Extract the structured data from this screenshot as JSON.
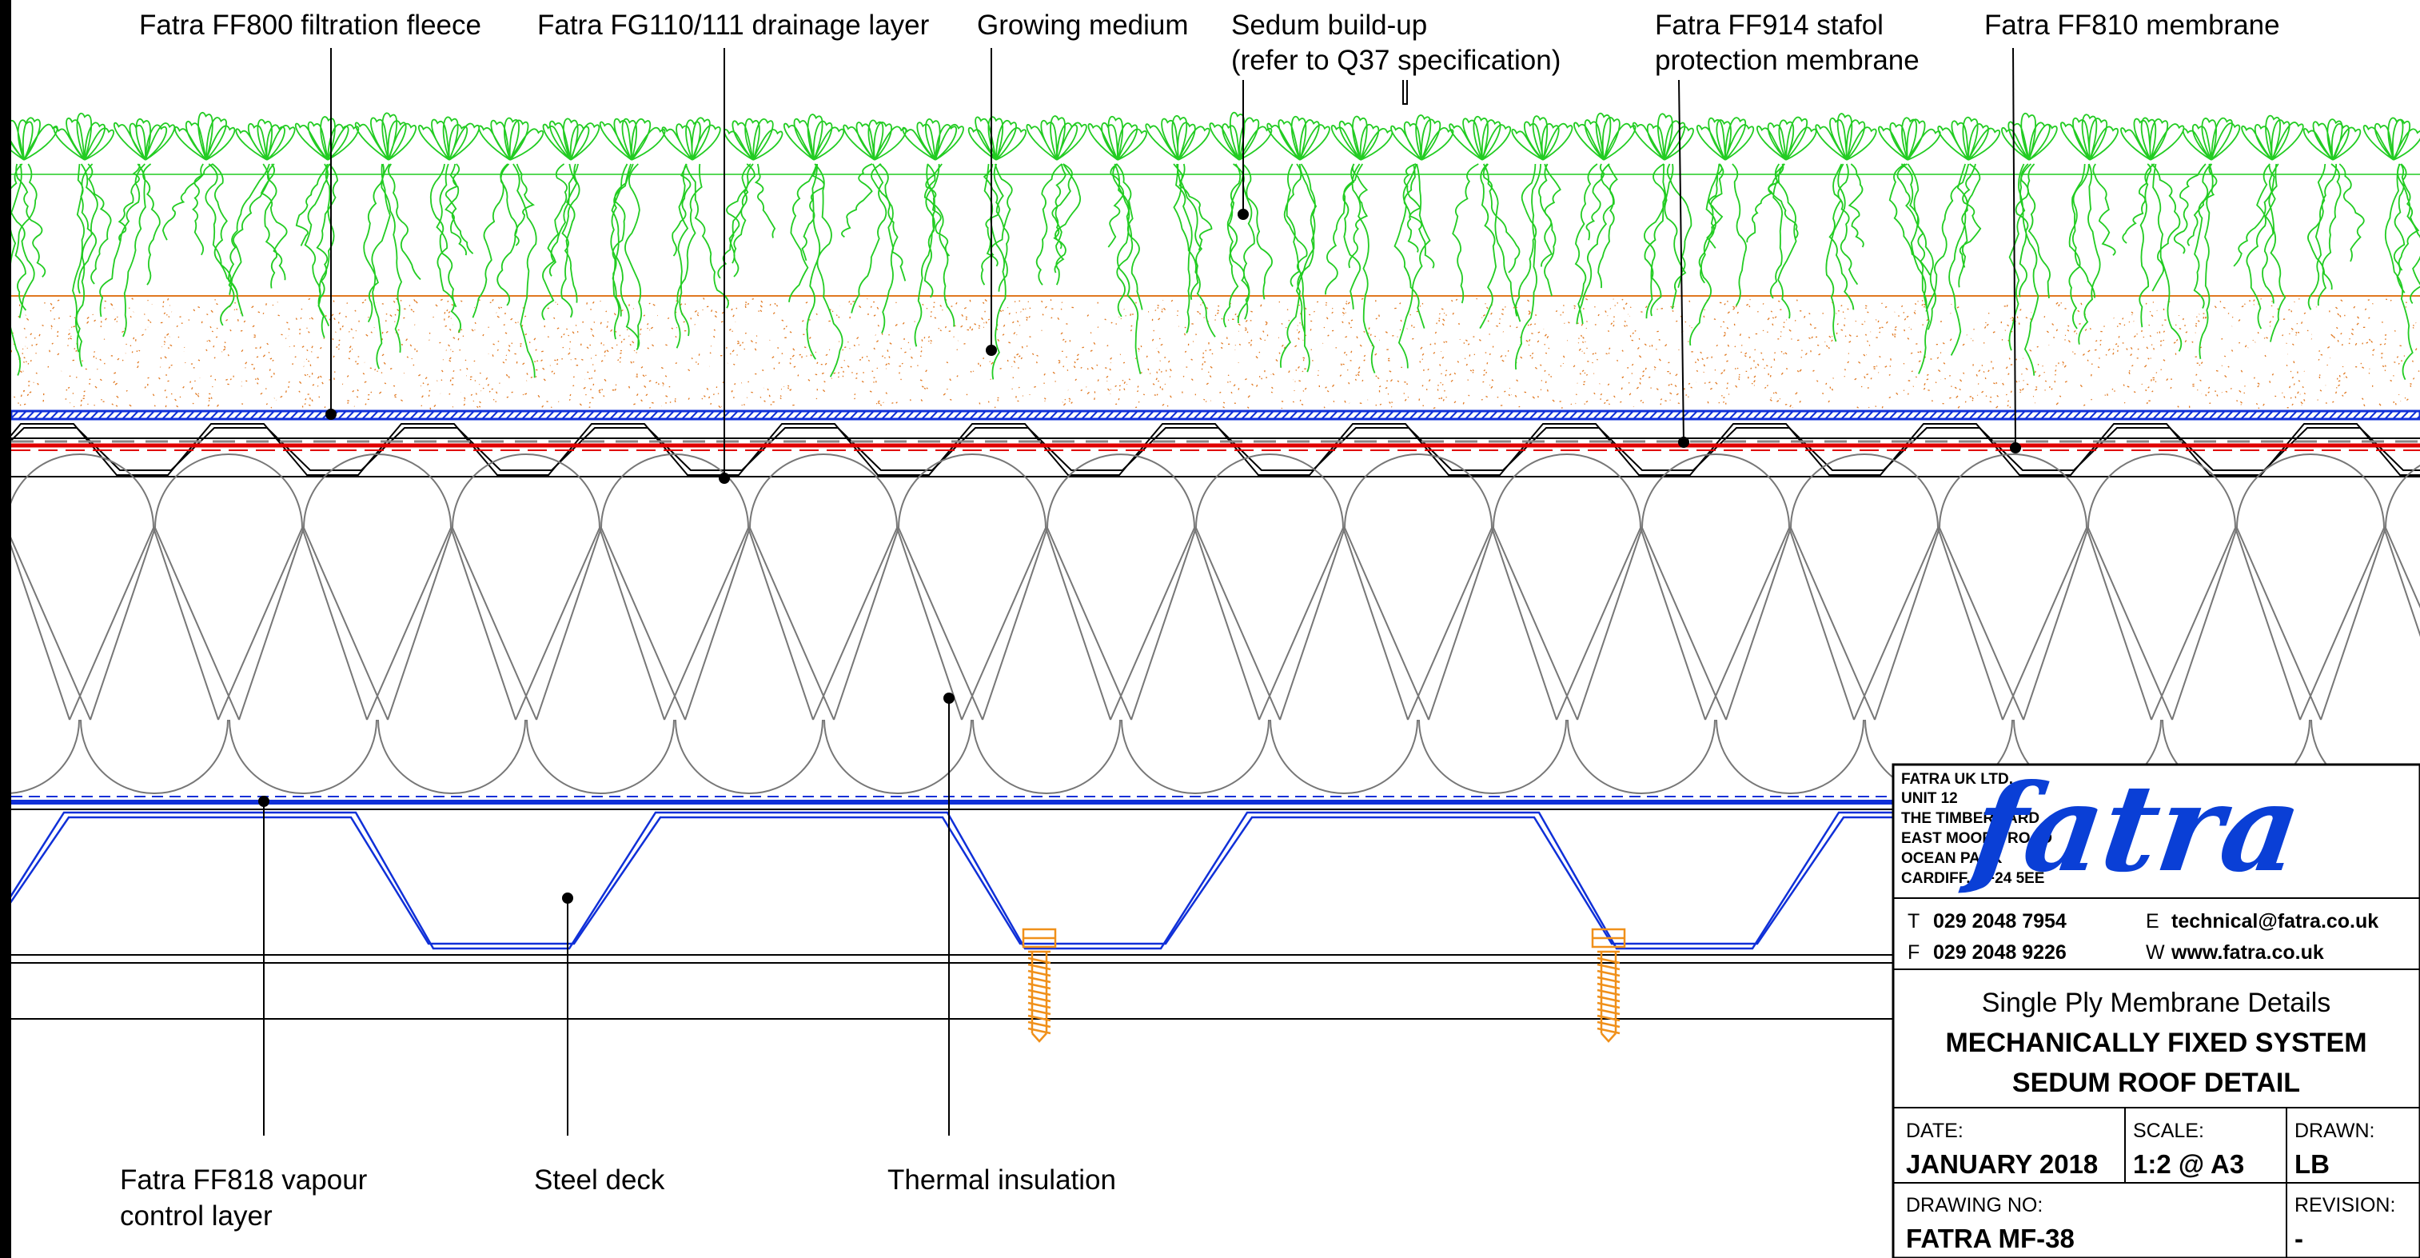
{
  "labels": {
    "filtration_fleece": "Fatra FF800 filtration fleece",
    "drainage_layer": "Fatra FG110/111 drainage layer",
    "growing_medium": "Growing medium",
    "sedum_line1": "Sedum build-up",
    "sedum_line2": "(refer to Q37 specification)",
    "stafol_line1": "Fatra FF914 stafol",
    "stafol_line2": "protection membrane",
    "membrane": "Fatra FF810 membrane",
    "vapour_line1": "Fatra FF818 vapour",
    "vapour_line2": "control layer",
    "steel_deck": "Steel deck",
    "thermal_insulation": "Thermal insulation"
  },
  "title_block": {
    "company_lines": [
      "FATRA UK LTD.",
      "UNIT 12",
      "THE TIMBER YARD",
      "EAST MOORS ROAD",
      "OCEAN PARK",
      "CARDIFF, CF24 5EE"
    ],
    "logo_text": "fatra",
    "phone_prefix": "T",
    "phone": "029 2048 7954",
    "fax_prefix": "F",
    "fax": "029 2048 9226",
    "email_prefix": "E",
    "email": "technical@fatra.co.uk",
    "web_prefix": "W",
    "web": "www.fatra.co.uk",
    "subtitle": "Single Ply Membrane Details",
    "title_line1": "MECHANICALLY FIXED SYSTEM",
    "title_line2": "SEDUM ROOF DETAIL",
    "date_label": "DATE:",
    "date_value": "JANUARY 2018",
    "scale_label": "SCALE:",
    "scale_value": "1:2 @ A3",
    "drawn_label": "DRAWN:",
    "drawn_value": "LB",
    "drawing_no_label": "DRAWING NO:",
    "drawing_no_value": "FATRA MF-38",
    "revision_label": "REVISION:",
    "revision_value": "-"
  },
  "colors": {
    "vegetation": "#22cc22",
    "soil": "#e07820",
    "membrane_red": "#e00000",
    "vapour_blue": "#1030d8",
    "fixing_orange": "#f0901a",
    "logo_blue": "#0a3fd6",
    "line": "#000000"
  }
}
